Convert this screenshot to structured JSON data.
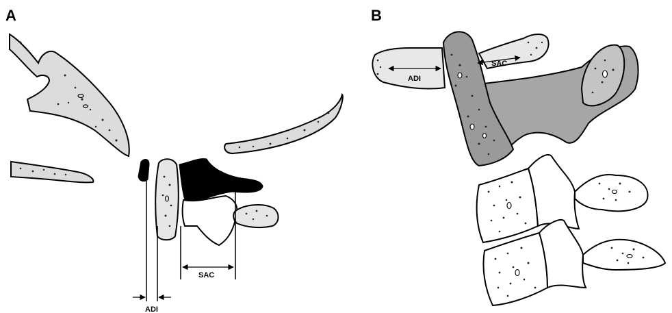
{
  "panels": [
    {
      "letter": "A",
      "labels": {
        "sac": "SAC",
        "adi": "ADI"
      }
    },
    {
      "letter": "B",
      "labels": {
        "sac": "SAC",
        "adi": "ADI"
      }
    }
  ],
  "colors": {
    "bone_light": "#dcdcdc",
    "bone_dark": "#a6a6a6",
    "ligament": "#000000",
    "outline": "#000000"
  }
}
